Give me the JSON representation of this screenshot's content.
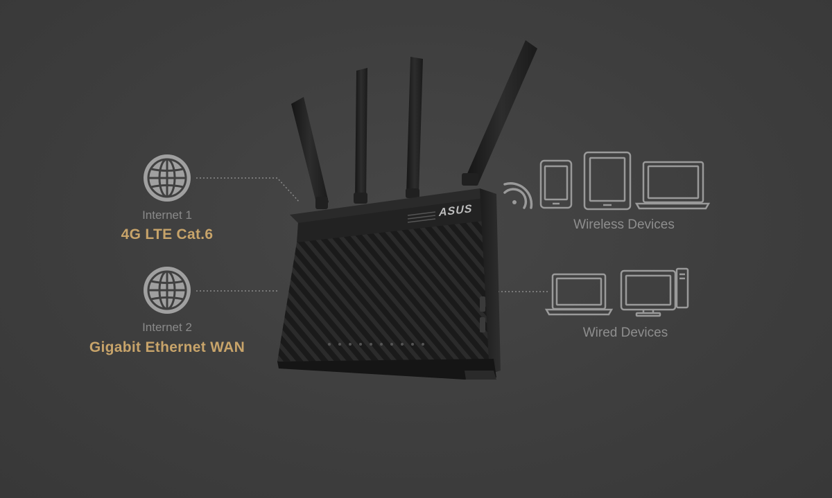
{
  "internet_sources": [
    {
      "name": "Internet 1",
      "type": "4G LTE Cat.6"
    },
    {
      "name": "Internet 2",
      "type": "Gigabit Ethernet WAN"
    }
  ],
  "device_groups": {
    "wireless": {
      "label": "Wireless Devices",
      "icons": [
        "smartphone-icon",
        "tablet-icon",
        "laptop-icon"
      ]
    },
    "wired": {
      "label": "Wired Devices",
      "icons": [
        "laptop-icon",
        "desktop-computer-icon"
      ]
    }
  },
  "router": {
    "brand": "ASUS"
  },
  "colors": {
    "background": "#404040",
    "accent_gold": "#c8a46a",
    "icon_gray": "#9a9a9a",
    "text_gray": "#8a8a8a"
  }
}
